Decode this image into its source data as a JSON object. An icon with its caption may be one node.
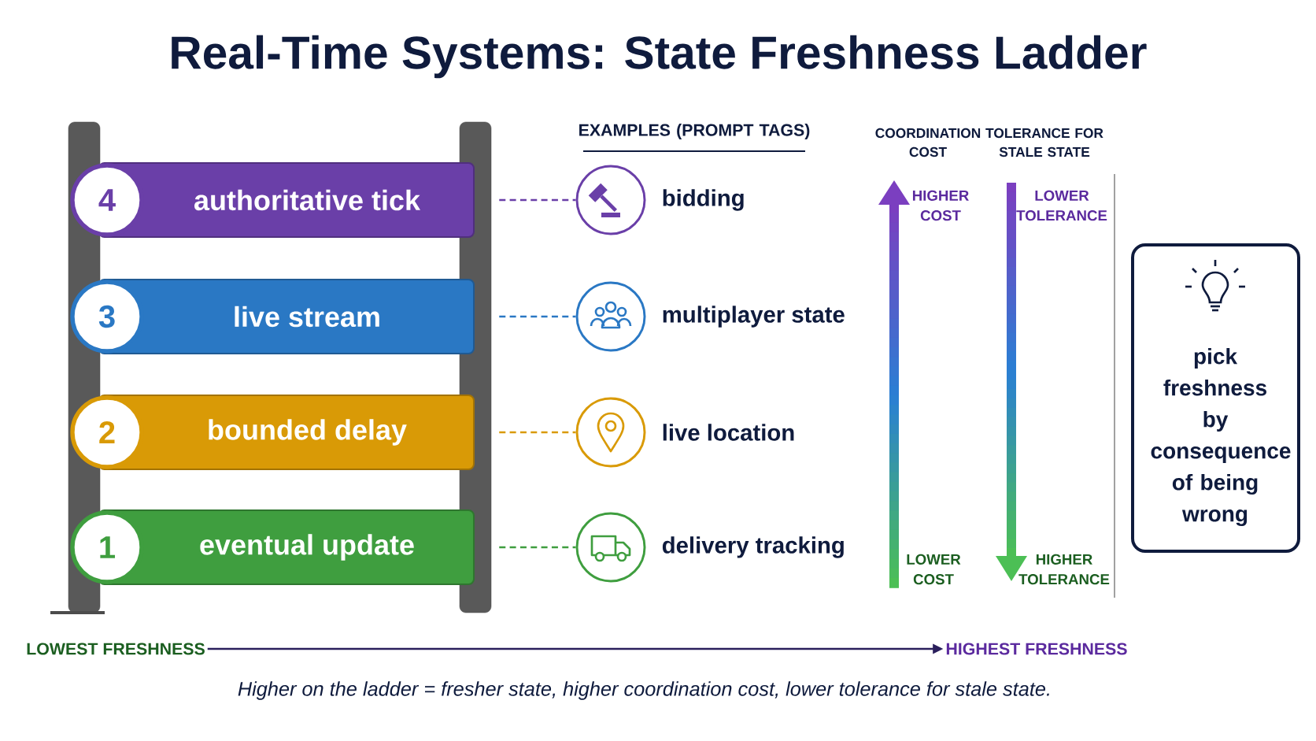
{
  "diagram": {
    "title": "Real-Time Systems: State Freshness Ladder",
    "caption": "Higher on the ladder = fresher state, higher coordination cost, lower tolerance for stale state.",
    "nodes": [
      {
        "text": [
          "4",
          "authoritative tick"
        ]
      },
      {
        "text": [
          "3",
          "live stream"
        ]
      },
      {
        "text": [
          "2",
          "bounded delay"
        ]
      },
      {
        "text": [
          "1",
          "eventual update"
        ]
      },
      {
        "text": [],
        "shape": "circle",
        "beside": [
          "bidding"
        ]
      },
      {
        "text": [],
        "shape": "circle",
        "beside": [
          "multiplayer state"
        ]
      },
      {
        "text": [],
        "shape": "circle",
        "beside": [
          "live location"
        ]
      },
      {
        "text": [],
        "shape": "circle",
        "beside": [
          "delivery tracking"
        ]
      },
      {
        "text": [
          "LOWEST FRESHNESS"
        ]
      },
      {
        "text": [
          "HIGHEST FRESHNESS"
        ]
      },
      {
        "text": [
          "pick freshness by consequence of being wrong"
        ]
      }
    ],
    "edges": [
      {
        "from": 0,
        "to": 4,
        "arrow": "none",
        "style": "dashed",
        "color": "#6a3fa8"
      },
      {
        "from": 1,
        "to": 5,
        "arrow": "none",
        "style": "dashed",
        "color": "#2a78c4"
      },
      {
        "from": 2,
        "to": 6,
        "arrow": "none",
        "style": "dashed",
        "color": "#d99a06"
      },
      {
        "from": 3,
        "to": 7,
        "arrow": "none",
        "style": "dashed",
        "color": "#3f9e3f"
      },
      {
        "from": 8,
        "to": 9,
        "arrow": "to",
        "color": "#2a1f5c"
      }
    ],
    "labels": [
      "EXAMPLES (PROMPT TAGS)",
      "COORDINATION COST",
      "TOLERANCE FOR STALE STATE",
      "HIGHER COST",
      "LOWER TOLERANCE",
      "LOWER COST",
      "HIGHER TOLERANCE"
    ]
  }
}
